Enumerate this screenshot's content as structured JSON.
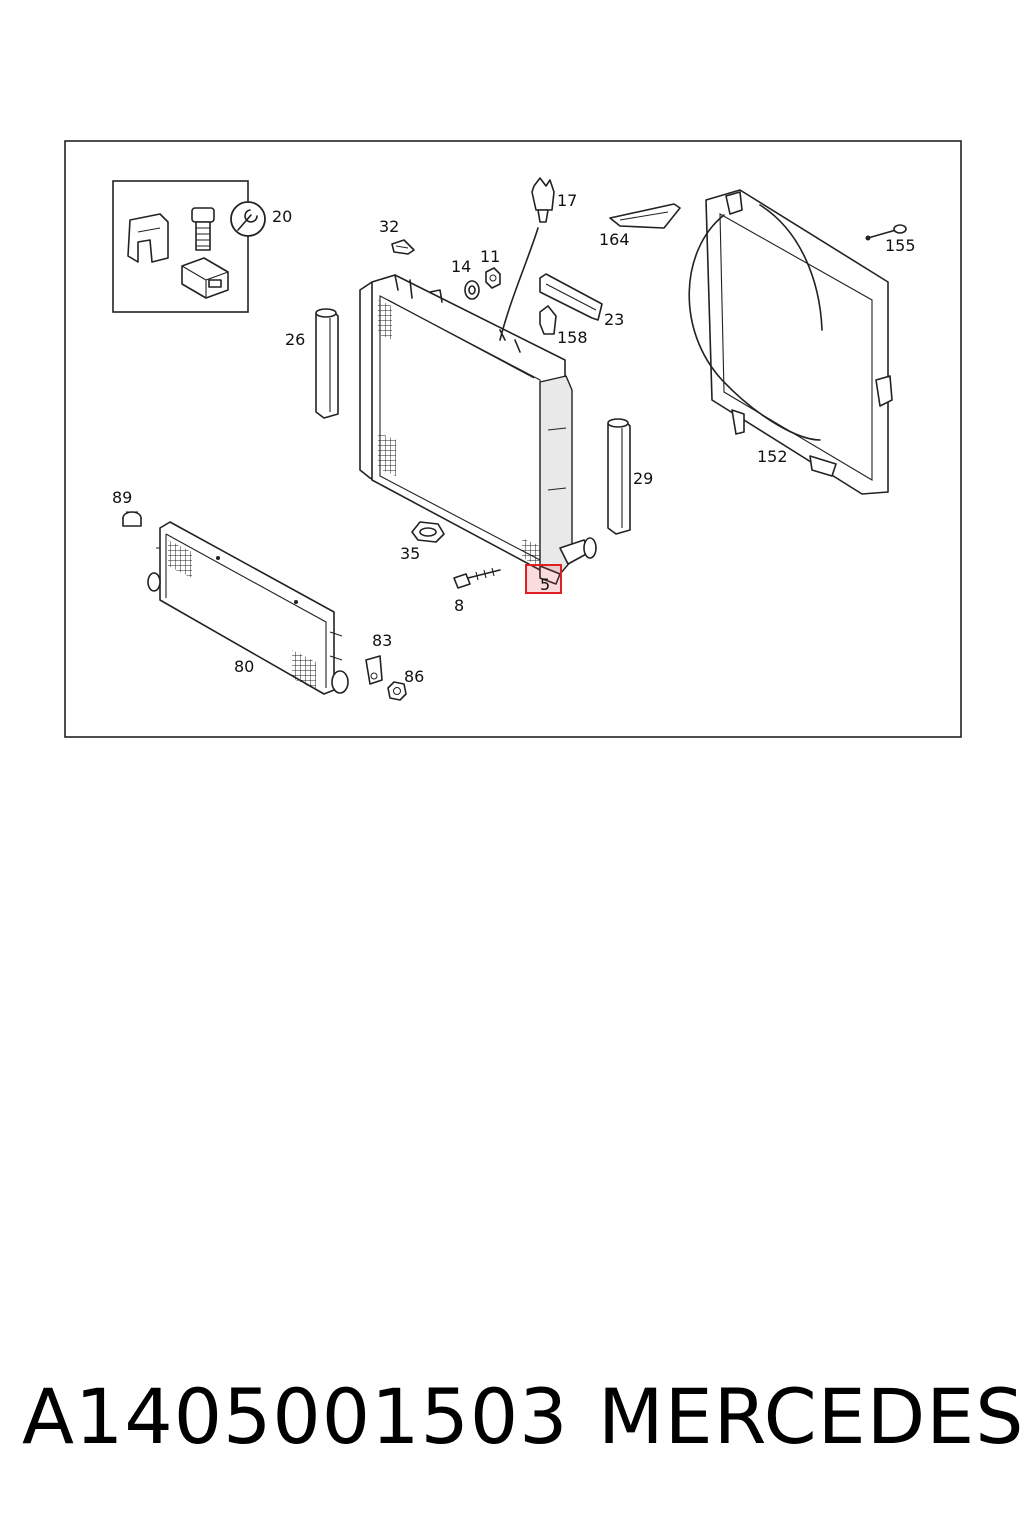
{
  "diagram": {
    "callouts": {
      "c20": "20",
      "c17": "17",
      "c164": "164",
      "c155": "155",
      "c32": "32",
      "c14": "14",
      "c11": "11",
      "c23": "23",
      "c158": "158",
      "c26": "26",
      "c152": "152",
      "c29": "29",
      "c89": "89",
      "c35": "35",
      "c5": "5",
      "c8": "8",
      "c83": "83",
      "c80": "80",
      "c86": "86"
    },
    "highlighted_callout": "5",
    "highlight_color": "#e02020"
  },
  "footer": {
    "part_number": "A1405001503",
    "brand": "MERCEDES"
  }
}
